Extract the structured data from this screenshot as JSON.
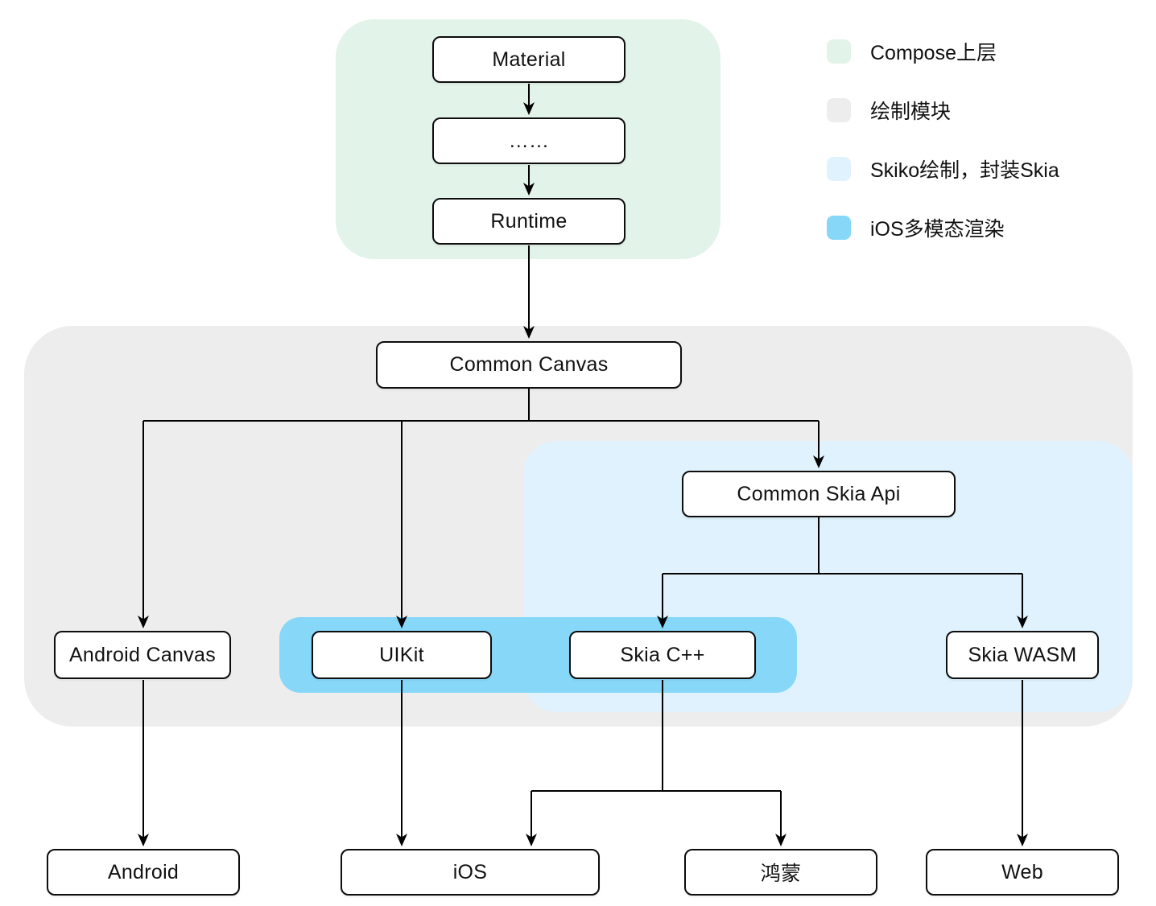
{
  "legend": {
    "items": [
      {
        "label": "Compose上层",
        "color": "#e2f3e9"
      },
      {
        "label": "绘制模块",
        "color": "#ededed"
      },
      {
        "label": "Skiko绘制，封装Skia",
        "color": "#dff2fd"
      },
      {
        "label": "iOS多模态渲染",
        "color": "#87d7f9"
      }
    ]
  },
  "nodes": {
    "material": "Material",
    "ellipsis": "……",
    "runtime": "Runtime",
    "common_canvas": "Common Canvas",
    "common_skia_api": "Common Skia Api",
    "android_canvas": "Android Canvas",
    "uikit": "UIKit",
    "skia_cpp": "Skia C++",
    "skia_wasm": "Skia WASM",
    "android": "Android",
    "ios": "iOS",
    "harmony": "鸿蒙",
    "web": "Web"
  },
  "edge_color": "#000000"
}
